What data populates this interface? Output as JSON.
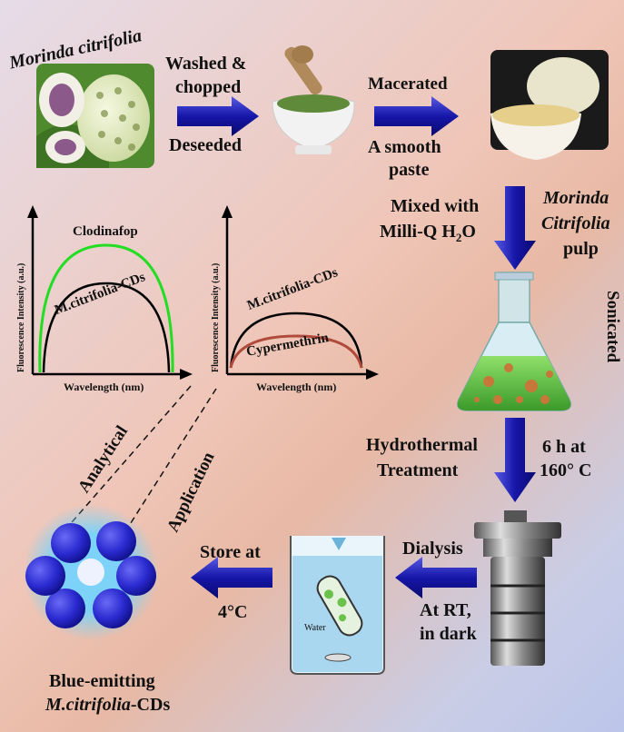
{
  "steps": {
    "fruit_title": "Morinda citrifolia",
    "wash_top": "Washed &",
    "wash_mid": "chopped",
    "wash_bottom": "Deseeded",
    "macerated": "Macerated",
    "paste_line1": "A smooth",
    "paste_line2": "paste",
    "mixed_line1": "Mixed with",
    "mixed_line2": "Milli-Q H",
    "mixed_sub": "2",
    "mixed_tail": "O",
    "pulp_line1": "Morinda",
    "pulp_line2": "Citrifolia",
    "pulp_line3": "pulp",
    "sonicated": "Sonicated",
    "hydro_line1": "Hydrothermal",
    "hydro_line2": "Treatment",
    "time_line1": "6 h at",
    "time_line2": "160° C",
    "dialysis": "Dialysis",
    "rt_line1": "At RT,",
    "rt_line2": "in dark",
    "store_line1": "Store at",
    "store_line2": "4°C",
    "water_label": "Water",
    "analytical": "Analytical",
    "application": "Application",
    "product_line1": "Blue-emitting",
    "product_line2_italic": "M.citrifolia",
    "product_line2_tail": "-CDs"
  },
  "plots": {
    "left": {
      "ylabel": "Fluorescence Intensity (a.u.)",
      "xlabel": "Wavelength (nm)",
      "curve_outer": "Clodinafop",
      "curve_inner": "M.citrifolia-CDs"
    },
    "right": {
      "ylabel": "Fluorescence Intensity (a.u.)",
      "xlabel": "Wavelength (nm)",
      "curve_outer": "M.citrifolia-CDs",
      "curve_inner": "Cypermethrin"
    }
  },
  "colors": {
    "arrow": "#1d1db0",
    "clodinafop": "#22cc22",
    "cypermethrin": "#b04a3a",
    "cd_sphere": "#2a2ad0",
    "glow": "#58c8ff"
  }
}
